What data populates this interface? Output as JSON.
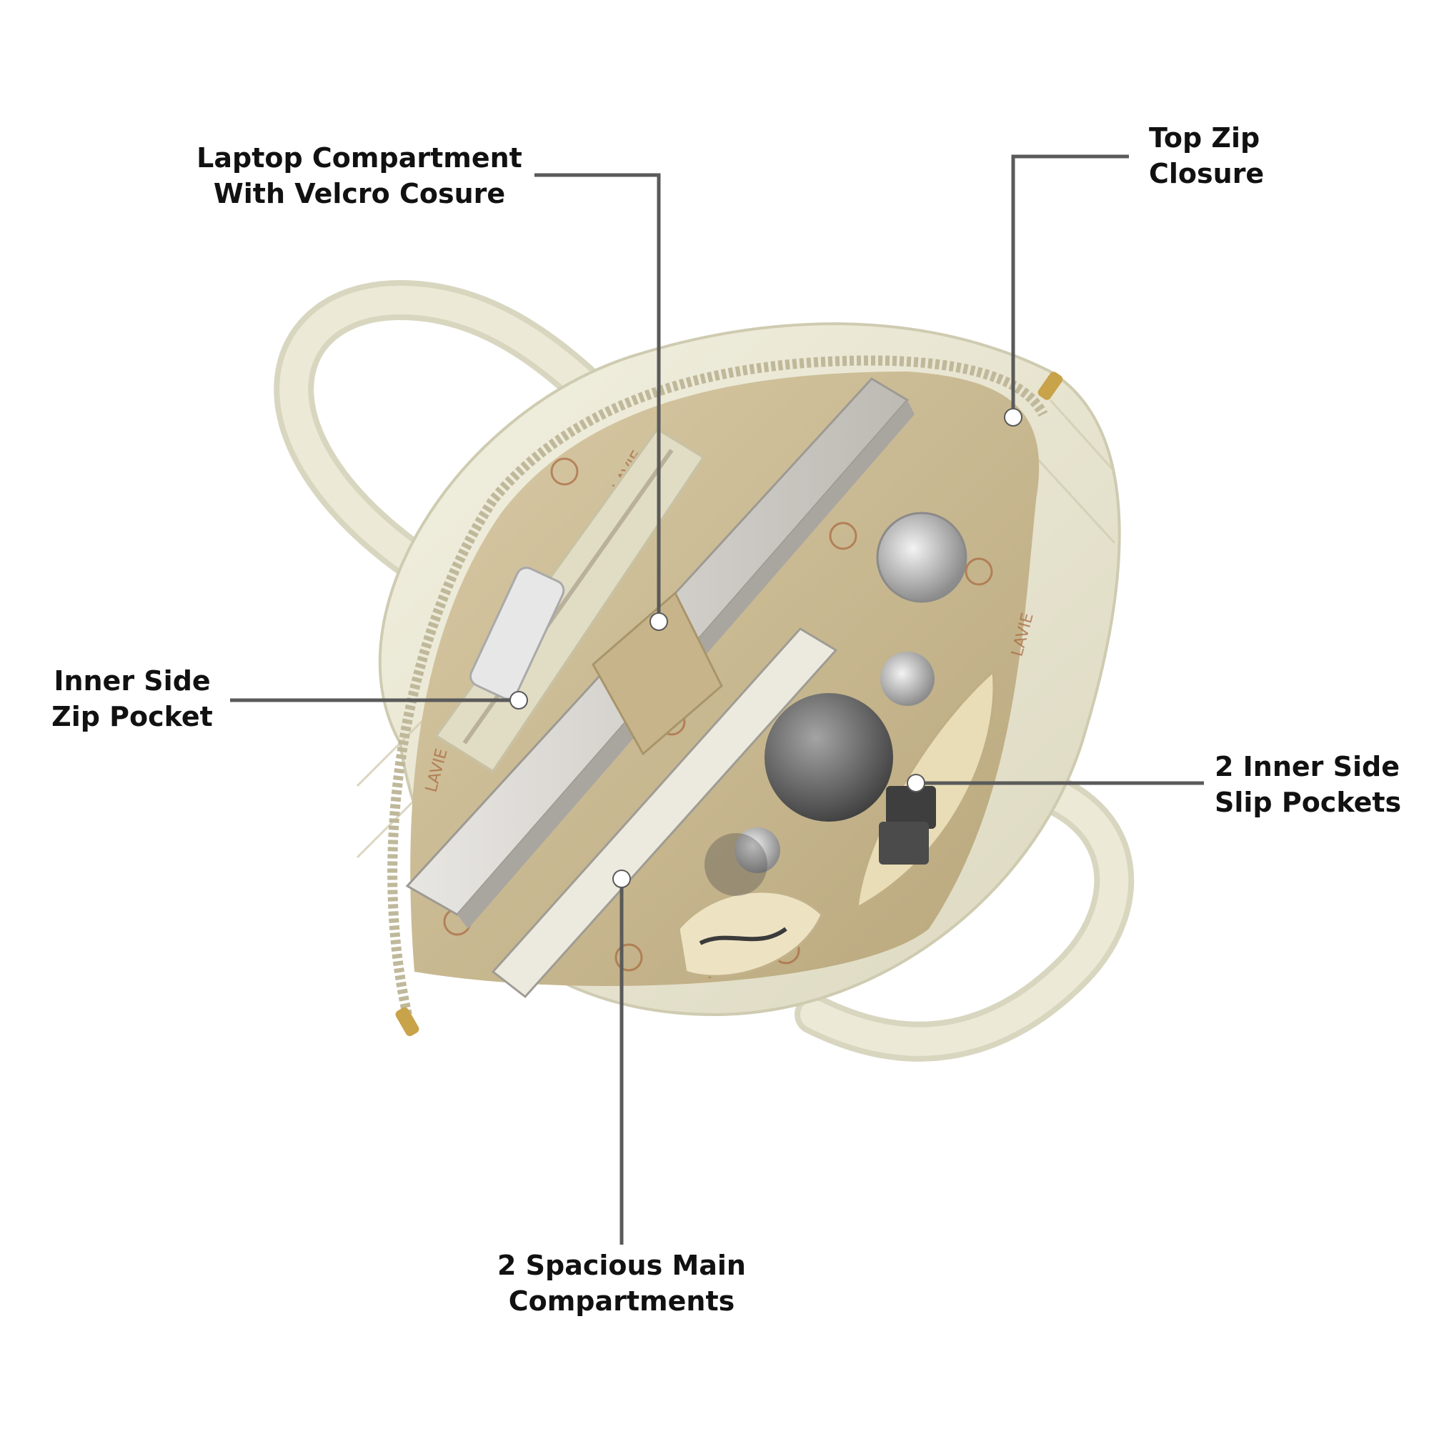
{
  "colors": {
    "background": "#ffffff",
    "leader_line": "#5a5a5a",
    "label_text": "#111111",
    "bag_exterior": "#ecead6",
    "bag_lining": "#cdbf9a",
    "lining_print": "#a8683f",
    "zipper_metal": "#c9a34a"
  },
  "callouts": {
    "laptop_compartment": {
      "line1": "Laptop Compartment",
      "line2": "With Velcro Cosure"
    },
    "top_zip": {
      "line1": "Top Zip",
      "line2": "Closure"
    },
    "inner_zip_pocket": {
      "line1": "Inner Side",
      "line2": "Zip Pocket"
    },
    "slip_pockets": {
      "line1": "2 Inner Side",
      "line2": "Slip Pockets"
    },
    "main_compartments": {
      "line1": "2 Spacious Main",
      "line2": "Compartments"
    }
  },
  "lining_brand_text": "LAVIE"
}
